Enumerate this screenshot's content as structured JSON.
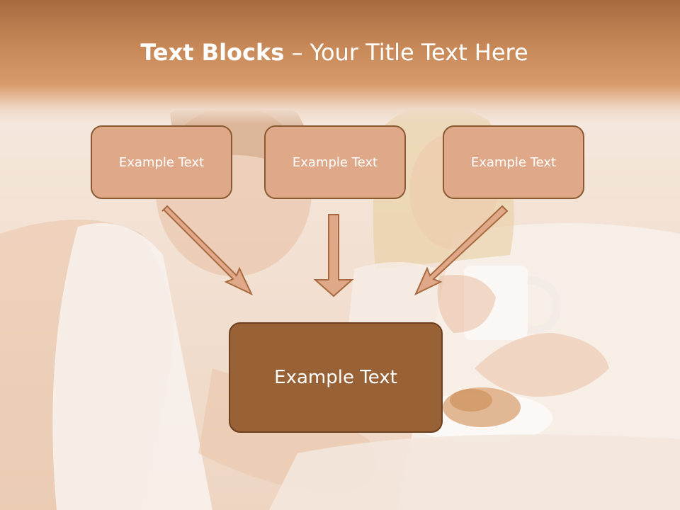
{
  "title": {
    "bold": "Text Blocks",
    "dash": " – ",
    "rest": "Your Title Text Here"
  },
  "top_boxes": [
    {
      "label": "Example Text"
    },
    {
      "label": "Example Text"
    },
    {
      "label": "Example Text"
    }
  ],
  "bottom_box": {
    "label": "Example Text"
  },
  "colors": {
    "banner": "#c98a5a",
    "box_small_fill": "#dfa989",
    "box_big_fill": "#996136",
    "box_border": "#8a5a33",
    "arrow_fill": "#dfa989",
    "arrow_stroke": "#a8693f"
  }
}
